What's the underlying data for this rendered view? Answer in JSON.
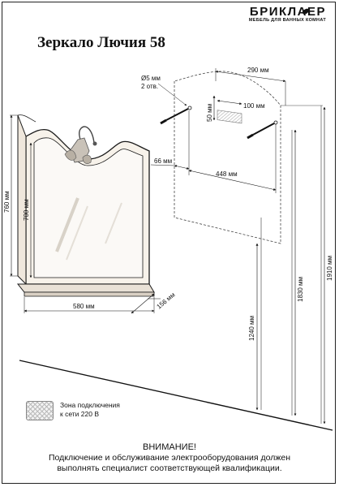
{
  "brand": {
    "name": "БРИКЛАЕР",
    "tagline": "МЕБЕЛЬ ДЛЯ ВАННЫХ КОМНАТ"
  },
  "title": "Зеркало Лючия 58",
  "dimensions": {
    "total_height": "760 мм",
    "glass_height": "700 мм",
    "width": "580 мм",
    "shelf_depth": "156 мм",
    "mount_width": "290 мм",
    "socket_width": "100 мм",
    "socket_offset": "50 мм",
    "edge_offset": "66 мм",
    "hole_spacing": "448 мм",
    "floor_1240": "1240 мм",
    "floor_1830": "1830 мм",
    "floor_1910": "1910 мм",
    "hole_diameter": "Ø5 мм",
    "hole_count": "2 отв."
  },
  "legend": {
    "line1": "Зона подключения",
    "line2": "к сети 220 В"
  },
  "warning": {
    "title": "ВНИМАНИЕ!",
    "line1": "Подключение и обслуживание электрооборудования должен",
    "line2": "выполнять специалист соответствующей квалификации."
  },
  "colors": {
    "frame_fill": "#f7f2ea",
    "line": "#1a1a1a",
    "lamp": "#c9c2b8"
  }
}
